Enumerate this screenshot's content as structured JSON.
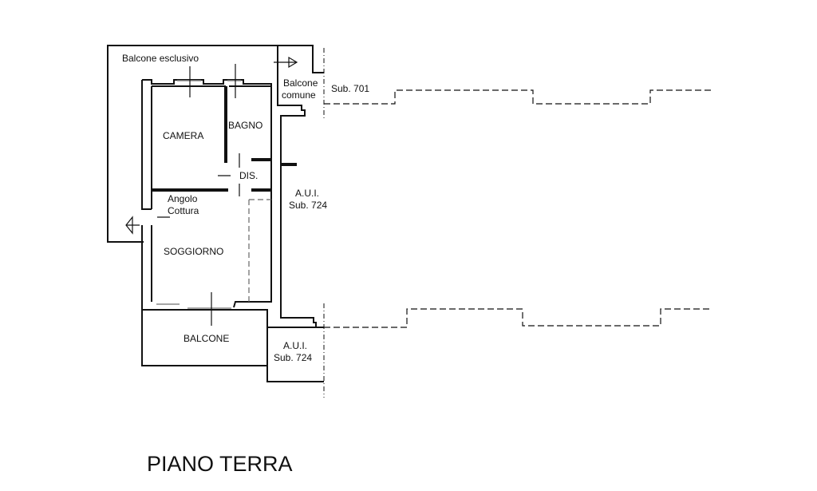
{
  "plan": {
    "title": "PIANO TERRA",
    "labels": {
      "balcone_esclusivo": "Balcone esclusivo",
      "balcone_comune_1": "Balcone",
      "balcone_comune_2": "comune",
      "sub701": "Sub. 701",
      "camera": "CAMERA",
      "bagno": "BAGNO",
      "dis": "DIS.",
      "angolo_1": "Angolo",
      "angolo_2": "Cottura",
      "soggiorno": "SOGGIORNO",
      "aui_1": "A.U.I.",
      "aui_1_sub": "Sub. 724",
      "balcone": "BALCONE",
      "aui_2": "A.U.I.",
      "aui_2_sub": "Sub. 724"
    }
  }
}
